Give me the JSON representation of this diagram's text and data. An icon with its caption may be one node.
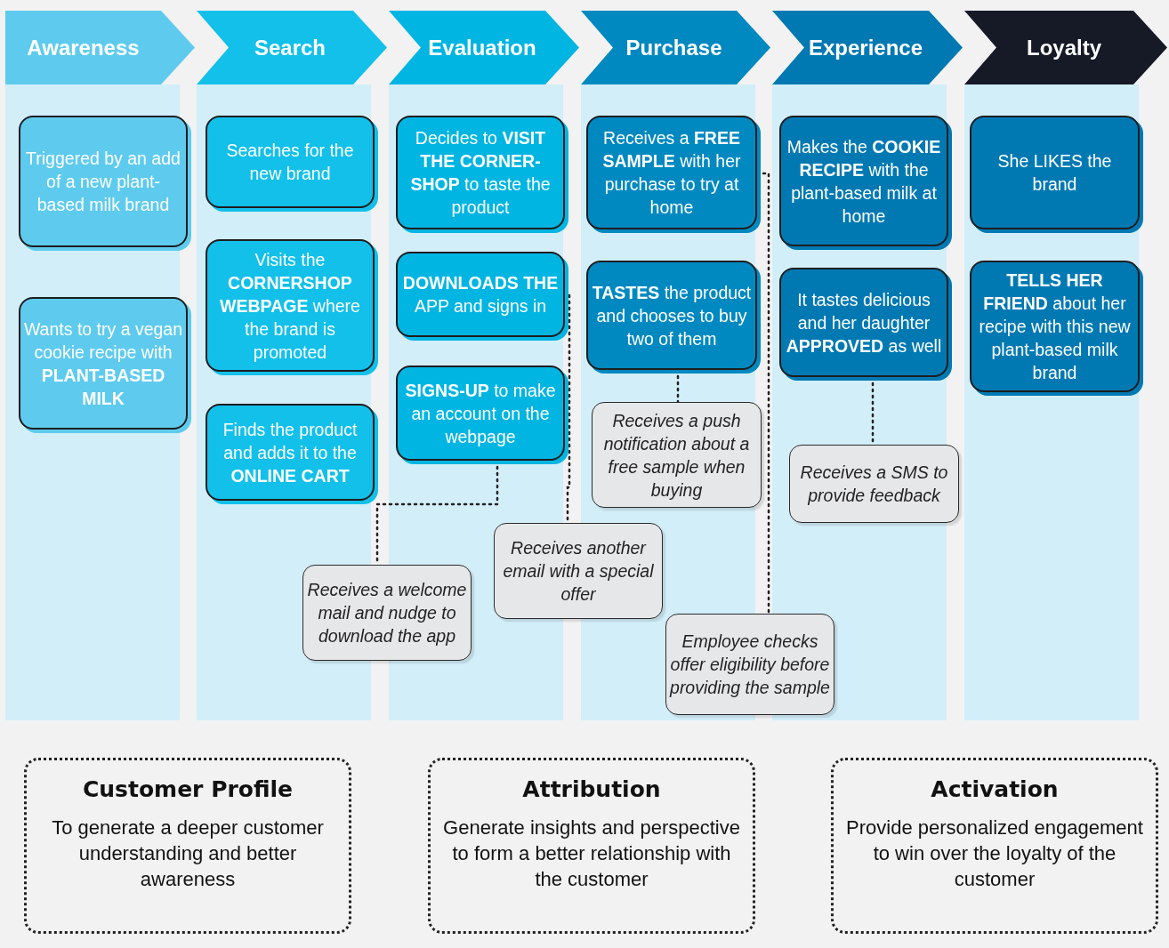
{
  "diagram": {
    "nodes": [
      {
        "text": [
          "Awareness"
        ]
      },
      {
        "text": [
          "Search"
        ]
      },
      {
        "text": [
          "Evaluation"
        ]
      },
      {
        "text": [
          "Purchase"
        ]
      },
      {
        "text": [
          "Experience"
        ]
      },
      {
        "text": [
          "Loyalty"
        ]
      },
      {
        "text": [
          "Triggered by an add of a new plant-based milk brand"
        ]
      },
      {
        "text": [
          "Wants to try a vegan cookie recipe with **PLANT-BASED MILK**"
        ]
      },
      {
        "text": [
          "Searches for the new brand"
        ]
      },
      {
        "text": [
          "Visits the **CORNERSHOP WEBPAGE** where the brand is promoted"
        ]
      },
      {
        "text": [
          "Finds the product and adds it to the **ONLINE CART**"
        ]
      },
      {
        "text": [
          "Decides to **VISIT THE CORNER-SHOP** to taste the product"
        ]
      },
      {
        "text": [
          "**DOWNLOADS THE** APP and signs in"
        ]
      },
      {
        "text": [
          "**SIGNS-UP** to make an account on the webpage"
        ]
      },
      {
        "text": [
          "Receives a **FREE SAMPLE** with her purchase to try at home"
        ]
      },
      {
        "text": [
          "**TASTES** the product and chooses to buy two of them"
        ]
      },
      {
        "text": [
          "Makes the **COOKIE RECIPE** with the plant-based milk at home"
        ]
      },
      {
        "text": [
          "It tastes delicious and her daughter **APPROVED** as well"
        ]
      },
      {
        "text": [
          "She LIKES the brand"
        ]
      },
      {
        "text": [
          "**TELLS HER FRIEND** about her recipe with this new plant-based milk brand"
        ]
      },
      {
        "text": [
          "Receives a push notification about a free sample when buying"
        ]
      },
      {
        "text": [
          "Receives a SMS to provide feedback"
        ]
      },
      {
        "text": [
          "Receives a welcome mail and nudge to download the app"
        ]
      },
      {
        "text": [
          "Receives another email with a special offer"
        ]
      },
      {
        "text": [
          "Employee checks offer eligibility before providing the sample"
        ]
      },
      {
        "text": [
          "Customer Profile",
          "To generate a deeper customer understanding and better awareness"
        ]
      },
      {
        "text": [
          "Attribution",
          "Generate insights and perspective to form a better relationship with the customer"
        ]
      },
      {
        "text": [
          "Activation",
          "Provide personalized engagement to win over the loyalty of the customer"
        ]
      }
    ],
    "edges": [
      {
        "from": 13,
        "to": 22,
        "arrow": "none",
        "style": "dashed"
      },
      {
        "from": 12,
        "to": 23,
        "arrow": "none",
        "style": "dashed"
      },
      {
        "from": 14,
        "to": 24,
        "arrow": "none",
        "style": "dashed"
      },
      {
        "from": 15,
        "to": 20,
        "arrow": "none",
        "style": "dashed"
      },
      {
        "from": 17,
        "to": 21,
        "arrow": "none",
        "style": "dashed"
      }
    ]
  }
}
